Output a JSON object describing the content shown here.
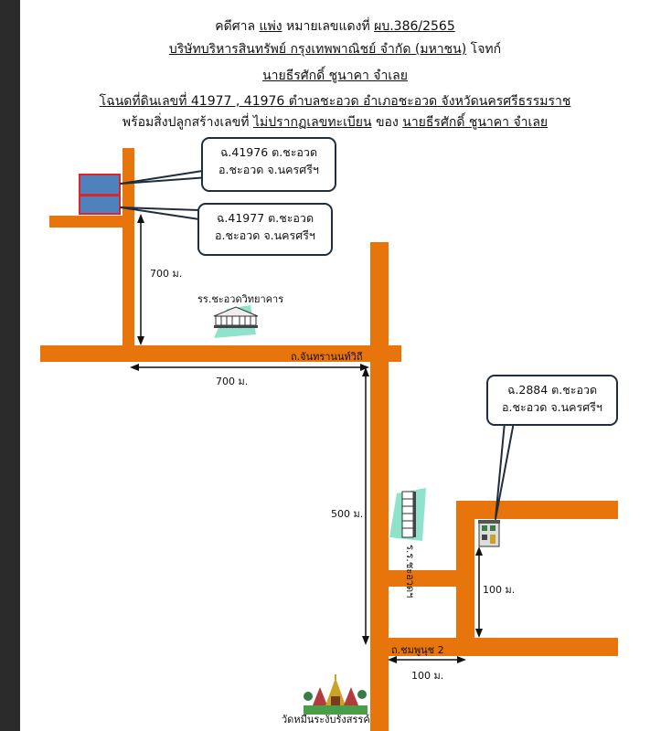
{
  "header": {
    "line1_prefix": "คดีศาล",
    "line1_court": "แพ่ง",
    "line1_mid": "หมายเลขแดงที่",
    "line1_case": "ผบ.386/2565",
    "line2_plaintiff": "บริษัทบริหารสินทรัพย์ กรุงเทพพาณิชย์ จำกัด (มหาชน)",
    "line2_role": "โจทก์",
    "line3_defendant": "นายธีรศักดิ์  ชูนาคา จำเลย",
    "line4": "โฉนดที่ดินเลขที่ 41977 , 41976 ตำบลชะอวด อำเภอชะอวด จังหวัดนครศรีธรรมราช",
    "line5_a": "พร้อมสิ่งปลูกสร้างเลขที่",
    "line5_b": "ไม่ปรากฏเลขทะเบียน",
    "line5_c": "ของ",
    "line5_d": "นายธีรศักดิ์  ชูนาคา จำเลย"
  },
  "callouts": {
    "lot_41976": {
      "line1": "ฉ.41976 ต.ชะอวด",
      "line2": "อ.ชะอวด จ.นครศรีฯ"
    },
    "lot_41977": {
      "line1": "ฉ.41977 ต.ชะอวด",
      "line2": "อ.ชะอวด จ.นครศรีฯ"
    },
    "lot_2884": {
      "line1": "ฉ.2884 ต.ชะอวด",
      "line2": "อ.ชะอวด จ.นครศรีฯ"
    }
  },
  "labels": {
    "dist_700_vertical": "700 ม.",
    "school": "รร.ชะอวดวิทยาคาร",
    "road_chanthara": "ถ.จันทรานนท์วิถี",
    "dist_700_horizontal": "700 ม.",
    "dist_500": "500 ม.",
    "rotated_building": "ร.ร.ชะอวดฯ",
    "dist_100_vertical": "100 ม.",
    "road_chomphu": "ถ.ชมพูนุช 2",
    "dist_100_horizontal": "100 ม.",
    "temple": "วัดหมื่นระงับรังสรรค์"
  },
  "colors": {
    "road": "#e8740c",
    "lot_fill": "#4f81bd",
    "lot_border": "#d9262c",
    "callout_border": "#1f2d3d"
  }
}
